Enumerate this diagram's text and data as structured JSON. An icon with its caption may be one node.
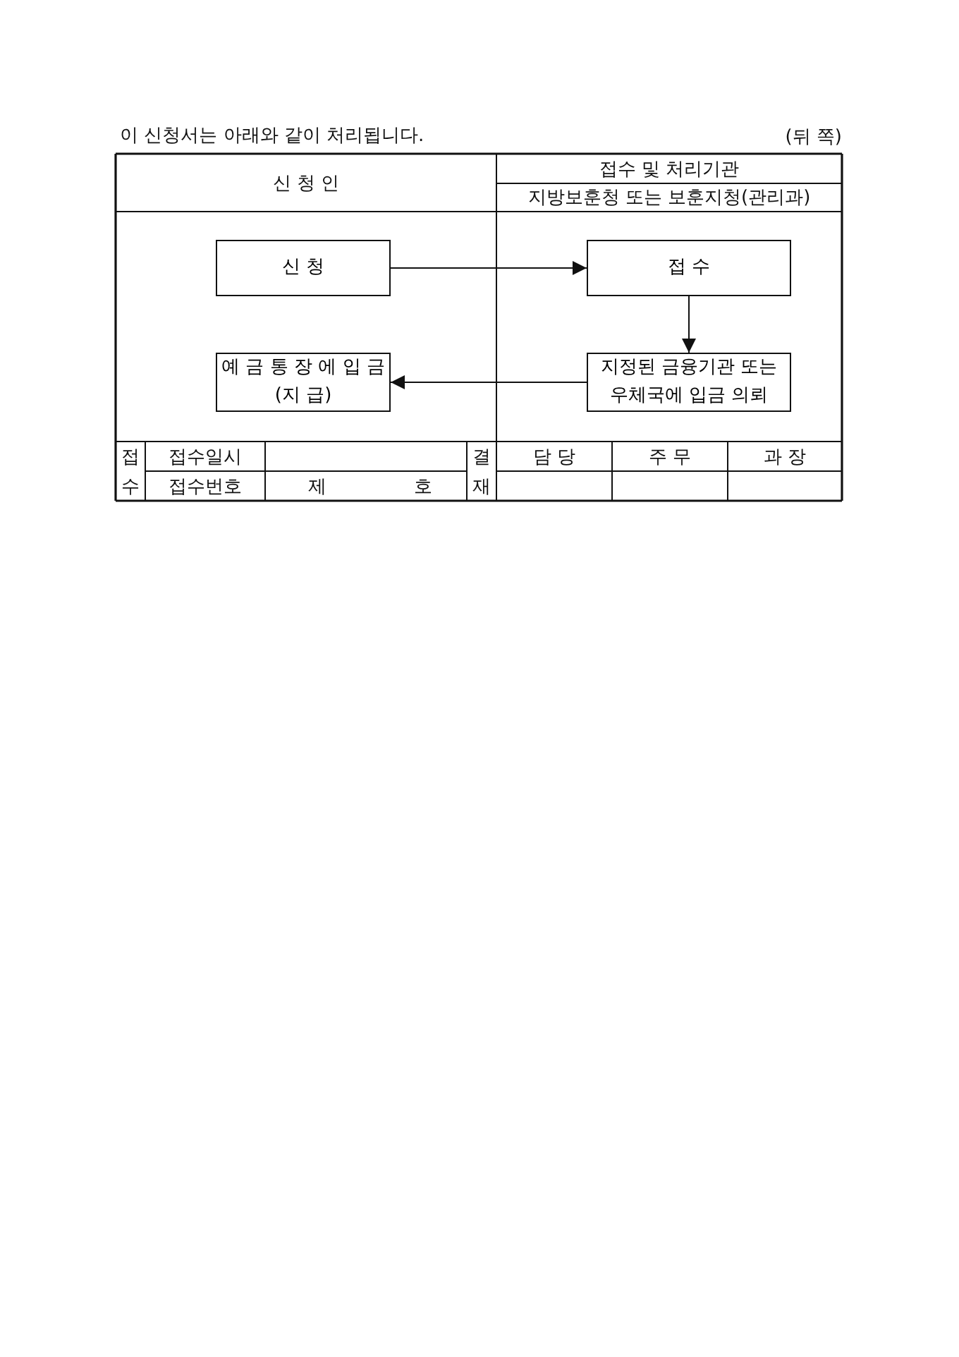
{
  "diagram": {
    "title": "이 신청서는 아래와 같이 처리됩니다.",
    "nodes": [
      {
        "text": [
          "신 청"
        ]
      },
      {
        "text": [
          "접 수"
        ]
      },
      {
        "text": [
          "예 금 통 장 에 입 금(지 급)"
        ]
      },
      {
        "text": [
          "지정된 금융기관 또는 우체국에 입금 의뢰"
        ]
      }
    ],
    "edges": [
      {
        "from": 0,
        "to": 1,
        "arrow": "to"
      },
      {
        "from": 1,
        "to": 3,
        "arrow": "to"
      },
      {
        "from": 3,
        "to": 2,
        "arrow": "to"
      }
    ],
    "labels": [
      "(뒤 쪽)",
      "신 청 인",
      "접수 및 처리기관",
      "지방보훈청 또는 보훈지청(관리과)",
      "접",
      "접수일시",
      "결",
      "담 당",
      "주 무",
      "과 장",
      "수",
      "접수번호",
      "제",
      "호",
      "재"
    ]
  }
}
